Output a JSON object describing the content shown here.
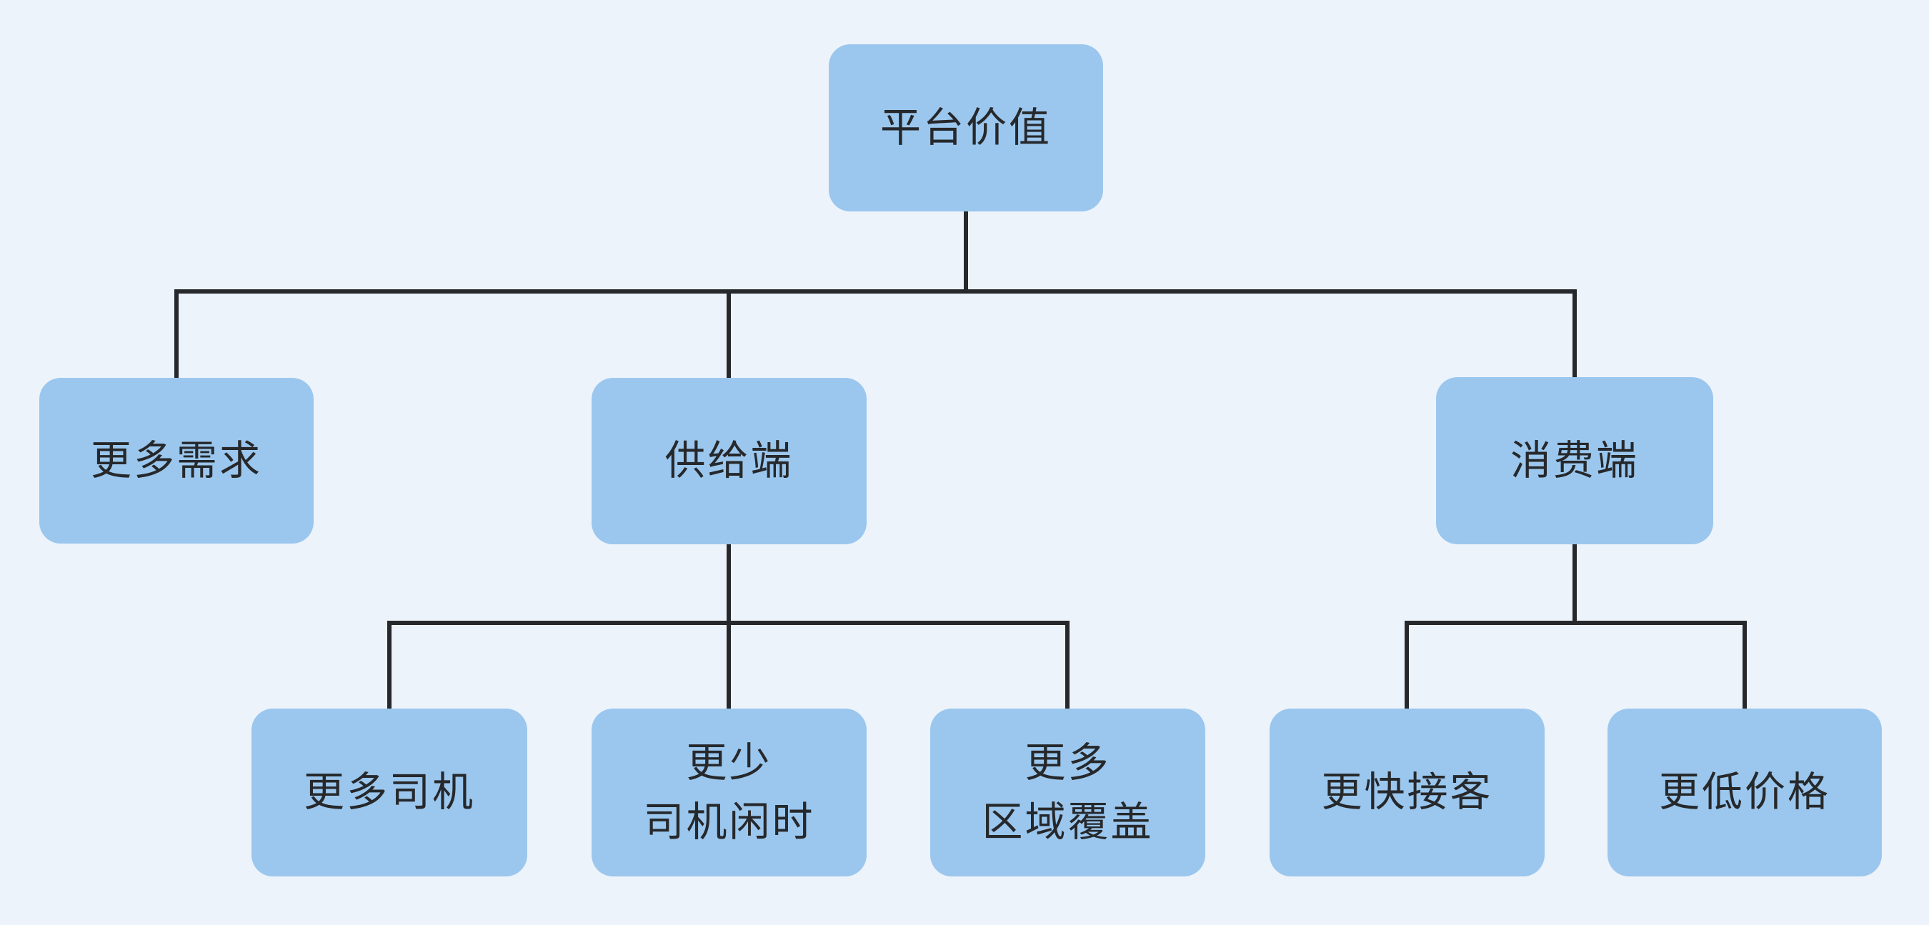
{
  "colors": {
    "background": "#edf3fb",
    "node_fill": "#9bc7ee",
    "node_text": "#26282b",
    "connector": "#26282b"
  },
  "diagram": {
    "nodes": [
      {
        "id": "platform-value",
        "label": "平台价值"
      },
      {
        "id": "more-demand",
        "label": "更多需求"
      },
      {
        "id": "supply-side",
        "label": "供给端"
      },
      {
        "id": "consumer-side",
        "label": "消费端"
      },
      {
        "id": "more-drivers",
        "label": "更多司机"
      },
      {
        "id": "less-driver-idle",
        "label": "更少\n司机闲时"
      },
      {
        "id": "more-coverage",
        "label": "更多\n区域覆盖"
      },
      {
        "id": "faster-pickup",
        "label": "更快接客"
      },
      {
        "id": "lower-price",
        "label": "更低价格"
      }
    ],
    "edges": [
      {
        "from": "platform-value",
        "to": "more-demand"
      },
      {
        "from": "platform-value",
        "to": "supply-side"
      },
      {
        "from": "platform-value",
        "to": "consumer-side"
      },
      {
        "from": "supply-side",
        "to": "more-drivers"
      },
      {
        "from": "supply-side",
        "to": "less-driver-idle"
      },
      {
        "from": "supply-side",
        "to": "more-coverage"
      },
      {
        "from": "consumer-side",
        "to": "faster-pickup"
      },
      {
        "from": "consumer-side",
        "to": "lower-price"
      }
    ]
  }
}
